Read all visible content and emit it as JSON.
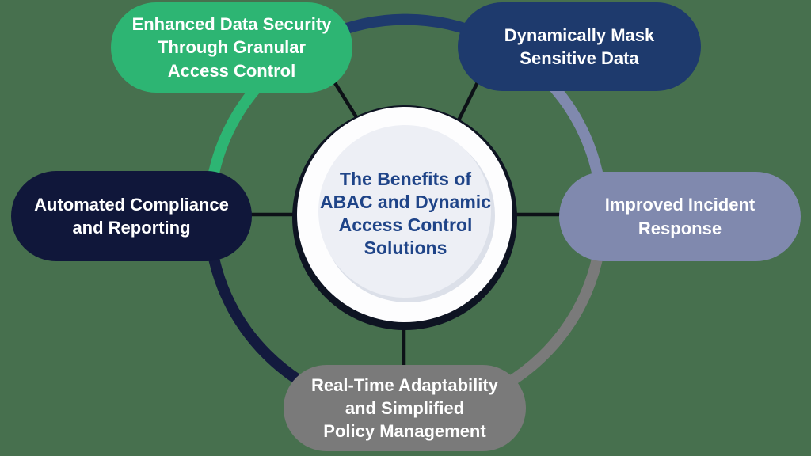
{
  "background_color": "#47704E",
  "center": {
    "title": "The Benefits of\nABAC and Dynamic\nAccess Control\nSolutions",
    "text_color": "#1F4488",
    "outer_ring_color": "#0E1422",
    "outer_circle_color": "#FDFDFE",
    "inner_circle_color": "#EDEFF5",
    "inner_shadow_color": "#DCE0E9"
  },
  "bubbles": [
    {
      "id": "enhanced-data-security",
      "label": "Enhanced Data Security\nThrough Granular\nAccess Control",
      "color": "#2DB573",
      "text_color": "#FFFFFF"
    },
    {
      "id": "dynamically-mask-sensitive-data",
      "label": "Dynamically Mask\nSensitive Data",
      "color": "#1E3A6D",
      "text_color": "#FFFFFF"
    },
    {
      "id": "automated-compliance-and-reporting",
      "label": "Automated Compliance\nand Reporting",
      "color": "#10173A",
      "text_color": "#FFFFFF"
    },
    {
      "id": "improved-incident-response",
      "label": "Improved Incident\nResponse",
      "color": "#8089AE",
      "text_color": "#FFFFFF"
    },
    {
      "id": "real-time-adaptability",
      "label": "Real-Time Adaptability\nand Simplified\nPolicy Management",
      "color": "#7A7A7A",
      "text_color": "#FFFFFF"
    }
  ],
  "ring": {
    "segments": [
      {
        "from": "dynamically-mask-sensitive-data",
        "to": "improved-incident-response",
        "color": "#8089AE"
      },
      {
        "from": "improved-incident-response",
        "to": "real-time-adaptability",
        "color": "#7A7A7A"
      },
      {
        "from": "real-time-adaptability",
        "to": "automated-compliance-and-reporting",
        "color": "#131A3E"
      },
      {
        "from": "automated-compliance-and-reporting",
        "to": "enhanced-data-security",
        "color": "#2DB573"
      },
      {
        "from": "enhanced-data-security",
        "to": "dynamically-mask-sensitive-data",
        "color": "#1E3A6D"
      }
    ]
  },
  "connectors": {
    "color": "#0D1117"
  }
}
